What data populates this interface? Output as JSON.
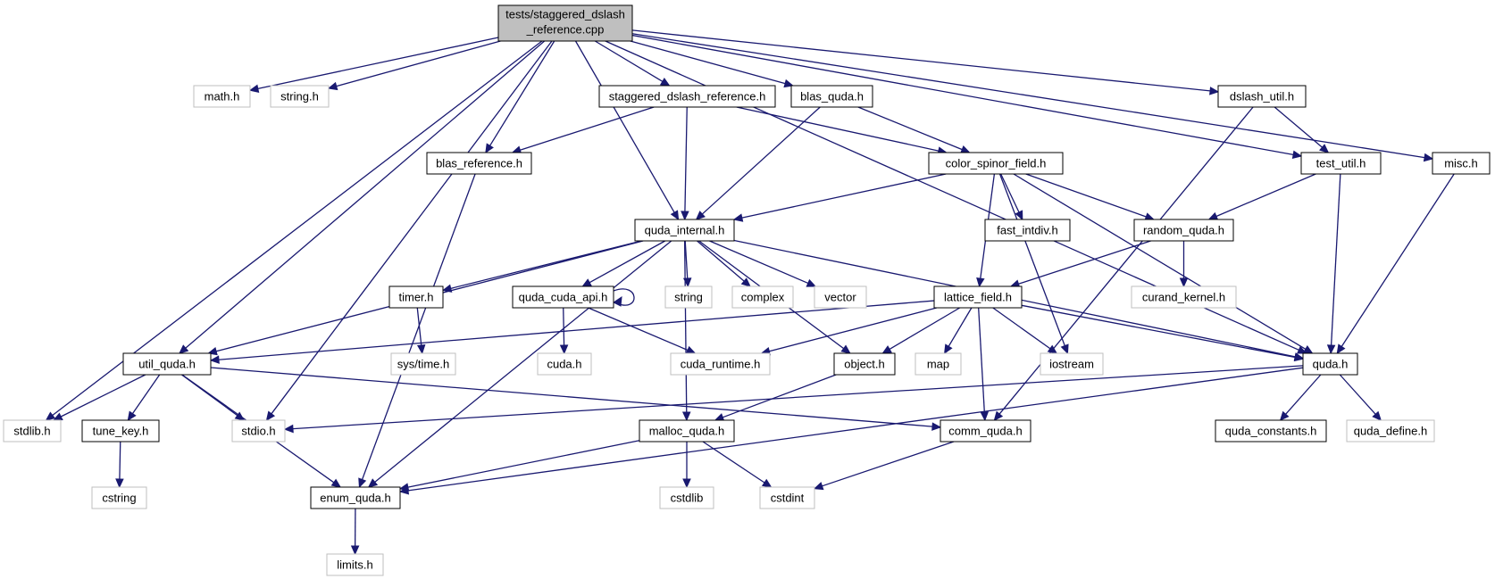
{
  "colors": {
    "edge": "#191970",
    "root_fill": "#bfbfbf",
    "root_border": "#000000",
    "documented_border": "#000000",
    "external_border": "#bfbfbf",
    "text": "#000000"
  },
  "graph": {
    "root": {
      "line1": "tests/staggered_dslash",
      "line2": "_reference.cpp"
    },
    "nodes": [
      {
        "id": "math_h",
        "label": "math.h",
        "kind": "external"
      },
      {
        "id": "string_h",
        "label": "string.h",
        "kind": "external"
      },
      {
        "id": "staggered_dslash_reference_h",
        "label": "staggered_dslash_reference.h",
        "kind": "documented"
      },
      {
        "id": "blas_quda_h",
        "label": "blas_quda.h",
        "kind": "documented"
      },
      {
        "id": "dslash_util_h",
        "label": "dslash_util.h",
        "kind": "documented"
      },
      {
        "id": "blas_reference_h",
        "label": "blas_reference.h",
        "kind": "documented"
      },
      {
        "id": "color_spinor_field_h",
        "label": "color_spinor_field.h",
        "kind": "documented"
      },
      {
        "id": "test_util_h",
        "label": "test_util.h",
        "kind": "documented"
      },
      {
        "id": "misc_h",
        "label": "misc.h",
        "kind": "documented"
      },
      {
        "id": "quda_internal_h",
        "label": "quda_internal.h",
        "kind": "documented"
      },
      {
        "id": "fast_intdiv_h",
        "label": "fast_intdiv.h",
        "kind": "documented"
      },
      {
        "id": "random_quda_h",
        "label": "random_quda.h",
        "kind": "documented"
      },
      {
        "id": "timer_h",
        "label": "timer.h",
        "kind": "documented"
      },
      {
        "id": "quda_cuda_api_h",
        "label": "quda_cuda_api.h",
        "kind": "documented"
      },
      {
        "id": "string",
        "label": "string",
        "kind": "external"
      },
      {
        "id": "complex",
        "label": "complex",
        "kind": "external"
      },
      {
        "id": "vector",
        "label": "vector",
        "kind": "external"
      },
      {
        "id": "lattice_field_h",
        "label": "lattice_field.h",
        "kind": "documented"
      },
      {
        "id": "curand_kernel_h",
        "label": "curand_kernel.h",
        "kind": "external"
      },
      {
        "id": "util_quda_h",
        "label": "util_quda.h",
        "kind": "documented"
      },
      {
        "id": "sys_time_h",
        "label": "sys/time.h",
        "kind": "external"
      },
      {
        "id": "cuda_h",
        "label": "cuda.h",
        "kind": "external"
      },
      {
        "id": "cuda_runtime_h",
        "label": "cuda_runtime.h",
        "kind": "external"
      },
      {
        "id": "object_h",
        "label": "object.h",
        "kind": "documented"
      },
      {
        "id": "map",
        "label": "map",
        "kind": "external"
      },
      {
        "id": "iostream",
        "label": "iostream",
        "kind": "external"
      },
      {
        "id": "quda_h",
        "label": "quda.h",
        "kind": "documented"
      },
      {
        "id": "stdlib_h",
        "label": "stdlib.h",
        "kind": "external"
      },
      {
        "id": "tune_key_h",
        "label": "tune_key.h",
        "kind": "documented"
      },
      {
        "id": "stdio_h",
        "label": "stdio.h",
        "kind": "external"
      },
      {
        "id": "malloc_quda_h",
        "label": "malloc_quda.h",
        "kind": "documented"
      },
      {
        "id": "comm_quda_h",
        "label": "comm_quda.h",
        "kind": "documented"
      },
      {
        "id": "quda_constants_h",
        "label": "quda_constants.h",
        "kind": "documented"
      },
      {
        "id": "quda_define_h",
        "label": "quda_define.h",
        "kind": "external"
      },
      {
        "id": "cstring",
        "label": "cstring",
        "kind": "external"
      },
      {
        "id": "enum_quda_h",
        "label": "enum_quda.h",
        "kind": "documented"
      },
      {
        "id": "cstdlib",
        "label": "cstdlib",
        "kind": "external"
      },
      {
        "id": "cstdint",
        "label": "cstdint",
        "kind": "external"
      },
      {
        "id": "limits_h",
        "label": "limits.h",
        "kind": "external"
      }
    ],
    "edges": [
      [
        "root",
        "math_h"
      ],
      [
        "root",
        "string_h"
      ],
      [
        "root",
        "staggered_dslash_reference_h"
      ],
      [
        "root",
        "blas_quda_h"
      ],
      [
        "root",
        "dslash_util_h"
      ],
      [
        "root",
        "misc_h"
      ],
      [
        "root",
        "blas_reference_h"
      ],
      [
        "root",
        "quda_internal_h"
      ],
      [
        "root",
        "test_util_h"
      ],
      [
        "root",
        "quda_h"
      ],
      [
        "root",
        "util_quda_h"
      ],
      [
        "root",
        "stdlib_h"
      ],
      [
        "root",
        "stdio_h"
      ],
      [
        "staggered_dslash_reference_h",
        "blas_reference_h"
      ],
      [
        "staggered_dslash_reference_h",
        "quda_internal_h"
      ],
      [
        "staggered_dslash_reference_h",
        "color_spinor_field_h"
      ],
      [
        "blas_quda_h",
        "quda_internal_h"
      ],
      [
        "blas_quda_h",
        "color_spinor_field_h"
      ],
      [
        "dslash_util_h",
        "test_util_h"
      ],
      [
        "dslash_util_h",
        "comm_quda_h"
      ],
      [
        "blas_reference_h",
        "enum_quda_h"
      ],
      [
        "color_spinor_field_h",
        "quda_internal_h"
      ],
      [
        "color_spinor_field_h",
        "fast_intdiv_h"
      ],
      [
        "color_spinor_field_h",
        "random_quda_h"
      ],
      [
        "color_spinor_field_h",
        "lattice_field_h"
      ],
      [
        "color_spinor_field_h",
        "iostream"
      ],
      [
        "color_spinor_field_h",
        "quda_h"
      ],
      [
        "test_util_h",
        "random_quda_h"
      ],
      [
        "test_util_h",
        "quda_h"
      ],
      [
        "misc_h",
        "quda_h"
      ],
      [
        "quda_internal_h",
        "timer_h"
      ],
      [
        "quda_internal_h",
        "quda_cuda_api_h"
      ],
      [
        "quda_internal_h",
        "string"
      ],
      [
        "quda_internal_h",
        "complex"
      ],
      [
        "quda_internal_h",
        "vector"
      ],
      [
        "quda_internal_h",
        "util_quda_h"
      ],
      [
        "quda_internal_h",
        "enum_quda_h"
      ],
      [
        "quda_internal_h",
        "malloc_quda_h"
      ],
      [
        "quda_internal_h",
        "object_h"
      ],
      [
        "quda_internal_h",
        "quda_h"
      ],
      [
        "random_quda_h",
        "curand_kernel_h"
      ],
      [
        "random_quda_h",
        "lattice_field_h"
      ],
      [
        "timer_h",
        "sys_time_h"
      ],
      [
        "quda_cuda_api_h",
        "quda_cuda_api_h"
      ],
      [
        "quda_cuda_api_h",
        "cuda_h"
      ],
      [
        "quda_cuda_api_h",
        "cuda_runtime_h"
      ],
      [
        "lattice_field_h",
        "util_quda_h"
      ],
      [
        "lattice_field_h",
        "cuda_runtime_h"
      ],
      [
        "lattice_field_h",
        "object_h"
      ],
      [
        "lattice_field_h",
        "map"
      ],
      [
        "lattice_field_h",
        "iostream"
      ],
      [
        "lattice_field_h",
        "comm_quda_h"
      ],
      [
        "lattice_field_h",
        "quda_h"
      ],
      [
        "util_quda_h",
        "stdlib_h"
      ],
      [
        "util_quda_h",
        "tune_key_h"
      ],
      [
        "util_quda_h",
        "stdio_h"
      ],
      [
        "util_quda_h",
        "enum_quda_h"
      ],
      [
        "util_quda_h",
        "comm_quda_h"
      ],
      [
        "object_h",
        "malloc_quda_h"
      ],
      [
        "quda_h",
        "stdio_h"
      ],
      [
        "quda_h",
        "enum_quda_h"
      ],
      [
        "quda_h",
        "quda_constants_h"
      ],
      [
        "quda_h",
        "quda_define_h"
      ],
      [
        "tune_key_h",
        "cstring"
      ],
      [
        "malloc_quda_h",
        "enum_quda_h"
      ],
      [
        "malloc_quda_h",
        "cstdlib"
      ],
      [
        "malloc_quda_h",
        "cstdint"
      ],
      [
        "comm_quda_h",
        "cstdint"
      ],
      [
        "enum_quda_h",
        "limits_h"
      ]
    ]
  }
}
